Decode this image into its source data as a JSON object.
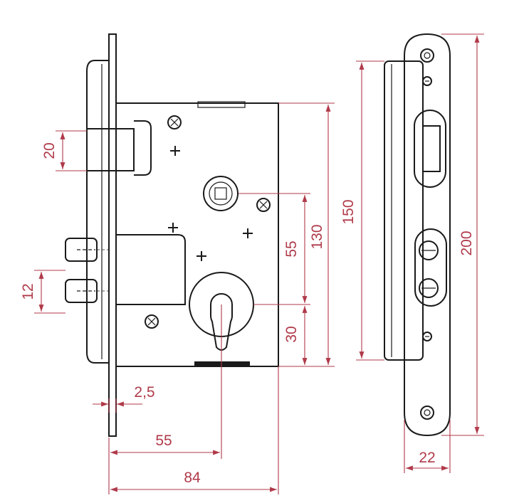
{
  "colors": {
    "dimension": "#b03a4a",
    "outline": "#1a1a1a"
  },
  "dimensions": {
    "backset_bolt_height": "20",
    "latch_spacing": "12",
    "faceplate_thickness": "2,5",
    "backset": "55",
    "overall_depth": "84",
    "handle_to_cylinder": "55",
    "case_height": "130",
    "cylinder_to_bottom": "30",
    "forend_height": "150",
    "strike_height": "200",
    "forend_width": "22"
  }
}
